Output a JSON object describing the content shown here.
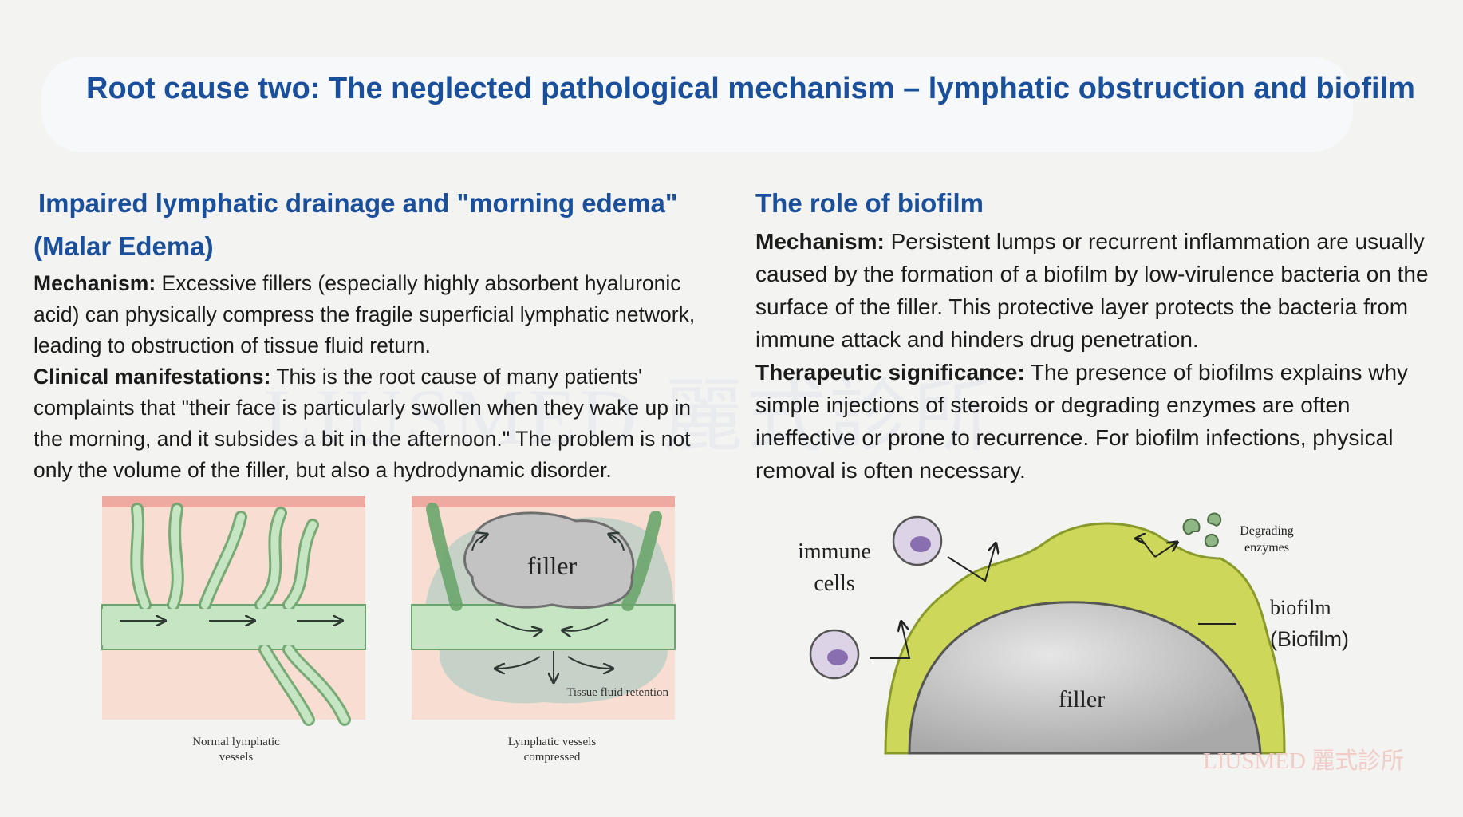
{
  "watermark": "LIUSMED 麗式診所",
  "title": "Root cause two: The neglected pathological mechanism – lymphatic obstruction and biofilm",
  "left": {
    "heading_line1": "Impaired lymphatic drainage and \"morning edema\"",
    "heading_line2": "(Malar Edema)",
    "mechanism_label": "Mechanism:",
    "mechanism_text": " Excessive fillers (especially highly absorbent hyaluronic acid) can physically compress the fragile superficial lymphatic network, leading to obstruction of tissue fluid return.",
    "clinical_label": "Clinical manifestations:",
    "clinical_text": " This is the root cause of many patients' complaints that \"their face is particularly swollen when they wake up in the morning, and it subsides a bit in the afternoon.\" The problem is not only the volume of the filler, but also a hydrodynamic disorder."
  },
  "right": {
    "heading": "The role of biofilm",
    "mechanism_label": "Mechanism:",
    "mechanism_text": " Persistent lumps or recurrent inflammation are usually caused by the formation of a biofilm by low-virulence bacteria on the surface of the filler. This protective layer protects the bacteria from immune attack and hinders drug penetration.",
    "therapeutic_label": "Therapeutic significance:",
    "therapeutic_text": " The presence of biofilms explains why simple injections of steroids or degrading enzymes are often ineffective or prone to recurrence. For biofilm infections, physical removal is often necessary."
  },
  "diagram_left": {
    "filler_label": "filler",
    "retention_label": "Tissue fluid retention",
    "caption_normal_1": "Normal lymphatic",
    "caption_normal_2": "vessels",
    "caption_compressed_1": "Lymphatic vessels",
    "caption_compressed_2": "compressed"
  },
  "diagram_right": {
    "immune_1": "immune",
    "immune_2": "cells",
    "enzymes_1": "Degrading",
    "enzymes_2": "enzymes",
    "biofilm_1": "biofilm",
    "biofilm_2": "(Biofilm)",
    "filler_label": "filler"
  },
  "brand": "LIUSMED 麗式診所",
  "colors": {
    "title_blue": "#1a4f9c",
    "skin": "#f7ddd2",
    "lymph_green": "#b8dbb6",
    "biofilm_yellow": "#cdd85a",
    "filler_grey": "#c8c8c8"
  }
}
